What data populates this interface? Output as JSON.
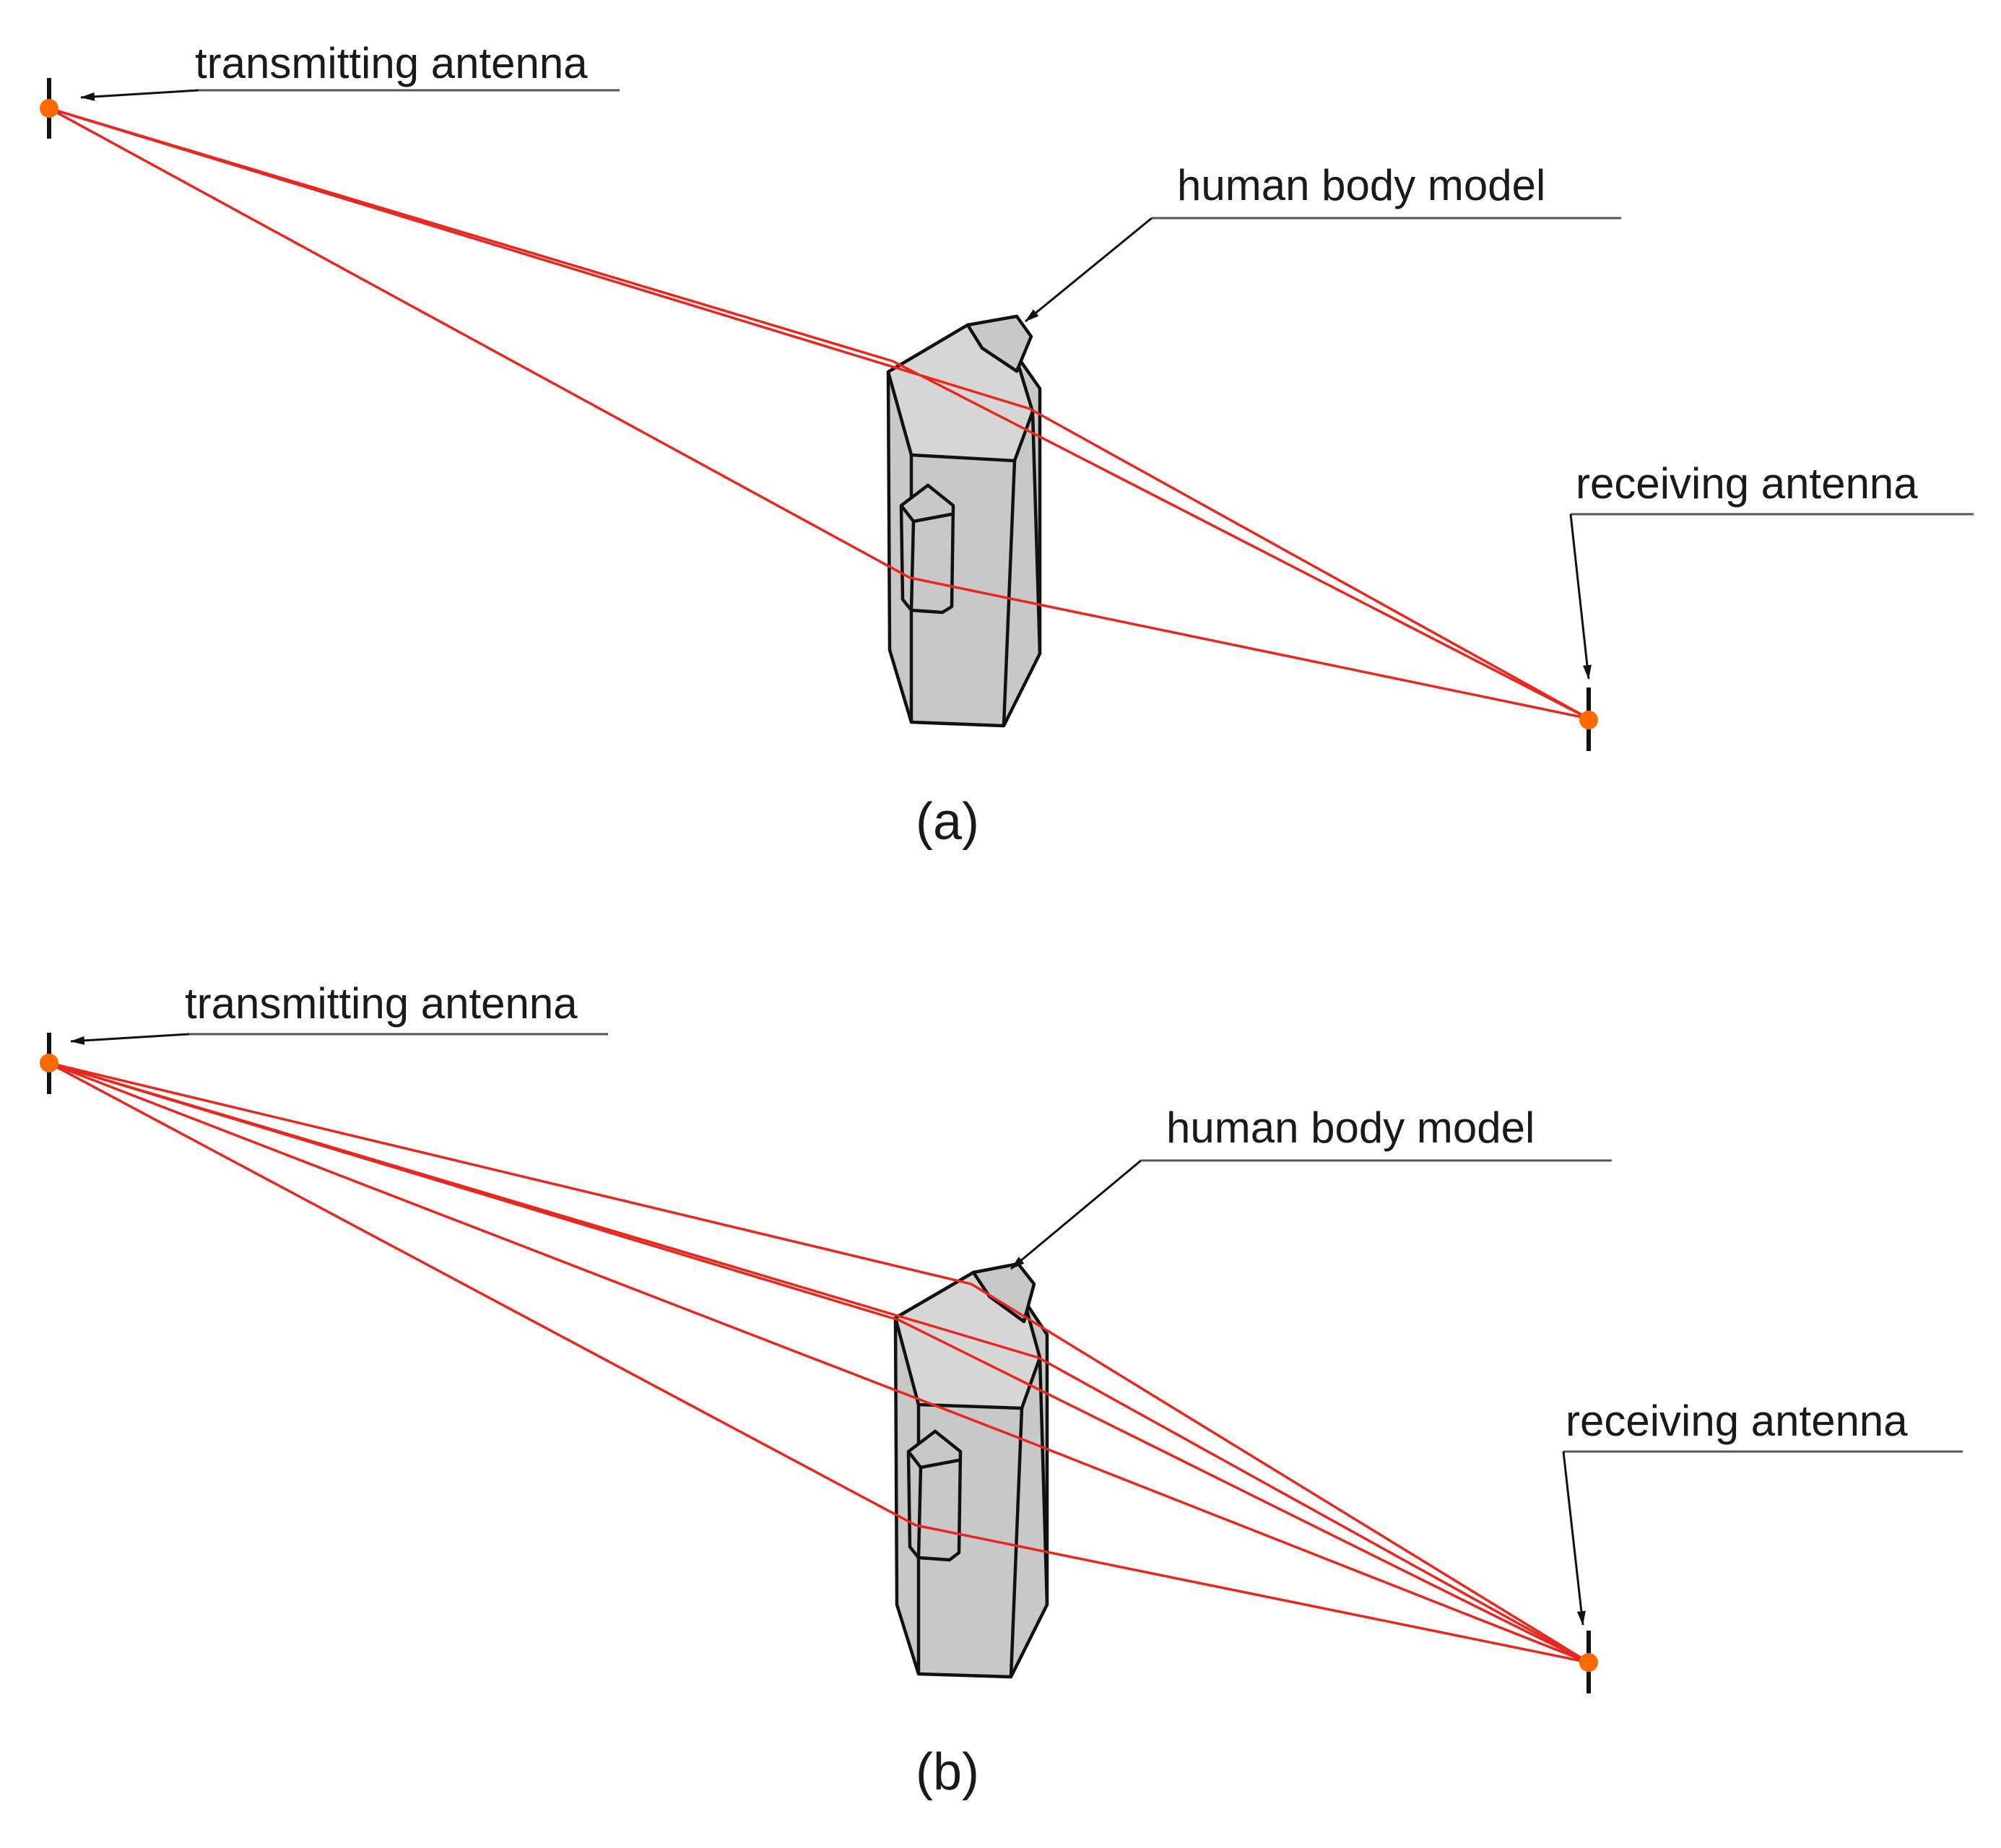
{
  "colors": {
    "ray": "#e8271f",
    "antenna_dot": "#ff6a00",
    "body_fill": "#c8c8c8",
    "body_fill_light": "#d6d6d6",
    "outline": "#111111"
  },
  "panels": [
    {
      "id": "a",
      "caption": "(a)",
      "transmitter_label": "transmitting antenna",
      "body_label": "human body model",
      "receiver_label": "receiving antenna",
      "ray_count": 3
    },
    {
      "id": "b",
      "caption": "(b)",
      "transmitter_label": "transmitting antenna",
      "body_label": "human body model",
      "receiver_label": "receiving antenna",
      "ray_count": 5
    }
  ]
}
